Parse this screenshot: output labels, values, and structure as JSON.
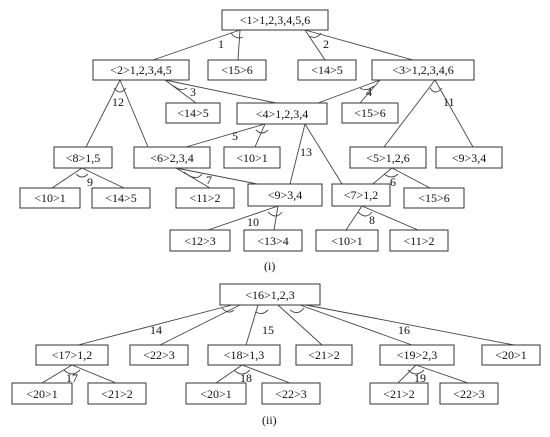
{
  "diagram_i": {
    "caption": "(i)",
    "nodes": {
      "n1": "<1>1,2,3,4,5,6",
      "n2": "<2>1,2,3,4,5",
      "n15a": "<15>6",
      "n14a": "<14>5",
      "n3": "<3>1,2,3,4,6",
      "n14b": "<14>5",
      "n4": "<4>1,2,3,4",
      "n15b": "<15>6",
      "n8": "<8>1,5",
      "n6": "<6>2,3,4",
      "n10a": "<10>1",
      "n5": "<5>1,2,6",
      "n9a": "<9>3,4",
      "n10b": "<10>1",
      "n14c": "<14>5",
      "n11a": "<11>2",
      "n9b": "<9>3,4",
      "n7": "<7>1,2",
      "n15c": "<15>6",
      "n12": "<12>3",
      "n13": "<13>4",
      "n10c": "<10>1",
      "n11b": "<11>2"
    },
    "edge_labels": {
      "l1": "1",
      "l2": "2",
      "l3": "3",
      "l4": "4",
      "l5": "5",
      "l6": "6",
      "l7": "7",
      "l8": "8",
      "l9": "9",
      "l10": "10",
      "l11": "11",
      "l12": "12",
      "l13": "13"
    }
  },
  "diagram_ii": {
    "caption": "(ii)",
    "nodes": {
      "n16": "<16>1,2,3",
      "n17": "<17>1,2",
      "n22a": "<22>3",
      "n18": "<18>1,3",
      "n21a": "<21>2",
      "n19": "<19>2,3",
      "n20a": "<20>1",
      "n20b": "<20>1",
      "n21b": "<21>2",
      "n20c": "<20>1",
      "n22b": "<22>3",
      "n21c": "<21>2",
      "n22c": "<22>3"
    },
    "edge_labels": {
      "l14": "14",
      "l15": "15",
      "l16": "16",
      "l17": "17",
      "l18": "18",
      "l19": "19"
    }
  }
}
